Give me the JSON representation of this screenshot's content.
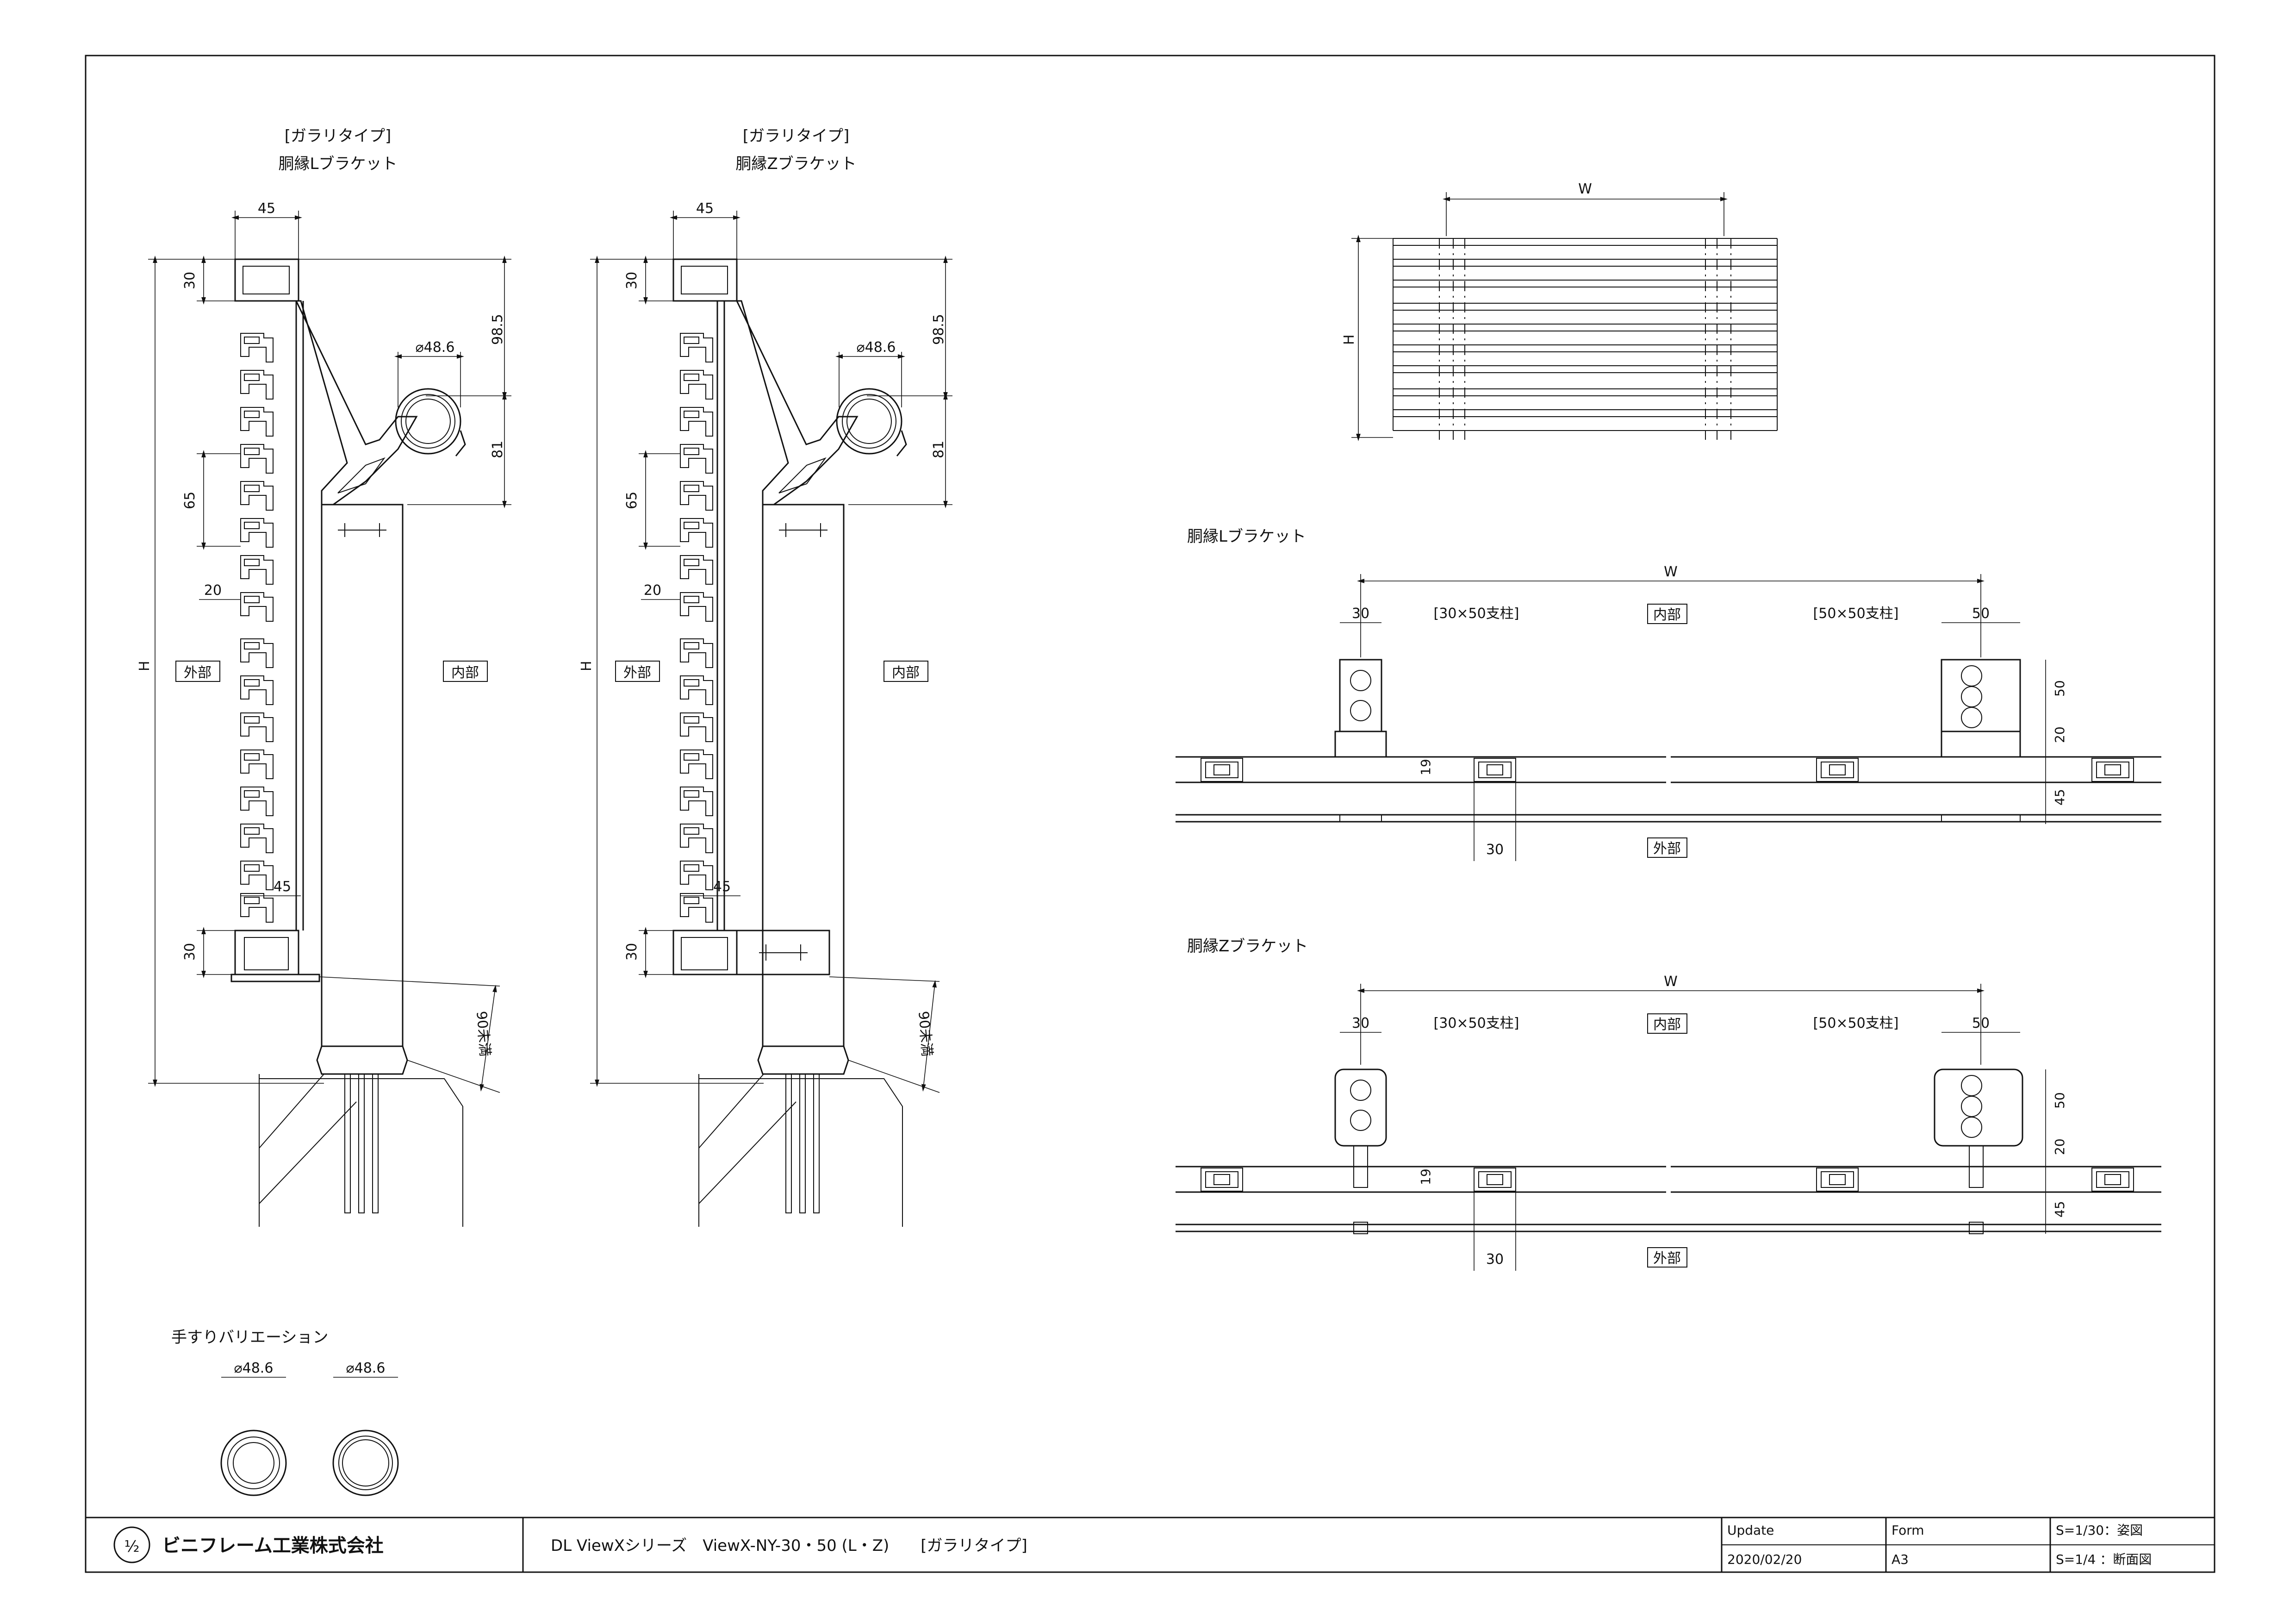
{
  "views": {
    "l_bracket_section": {
      "title_line1": "[ガラリタイプ]",
      "title_line2": "胴縁Lブラケット"
    },
    "z_bracket_section": {
      "title_line1": "[ガラリタイプ]",
      "title_line2": "胴縁Zブラケット"
    }
  },
  "dims": {
    "d45": "45",
    "d30": "30",
    "d65": "65",
    "d20": "20",
    "d98_5": "98.5",
    "d81": "81",
    "d_pipe": "⌀48.6",
    "d_h": "H",
    "d_w": "W",
    "d90": "90未満",
    "d19": "19",
    "d50": "50"
  },
  "labels": {
    "outside": "外部",
    "inside": "内部",
    "post30": "[30×50支柱]",
    "post50": "[50×50支柱]"
  },
  "plan_titles": {
    "l": "胴縁Lブラケット",
    "z": "胴縁Zブラケット"
  },
  "handrail": {
    "title": "手すりバリエーション",
    "size": "⌀48.6"
  },
  "title_block": {
    "company": "ビニフレーム工業株式会社",
    "logo_text": "½",
    "drawing_title": "DL ViewXシリーズ　ViewX-NY-30・50 (L・Z)　　[ガラリタイプ]",
    "update_label": "Update",
    "update_value": "2020/02/20",
    "form_label": "Form",
    "form_value": "A3",
    "scale_1": "S=1/30：姿図",
    "scale_2": "S=1/4 ：断面図"
  }
}
